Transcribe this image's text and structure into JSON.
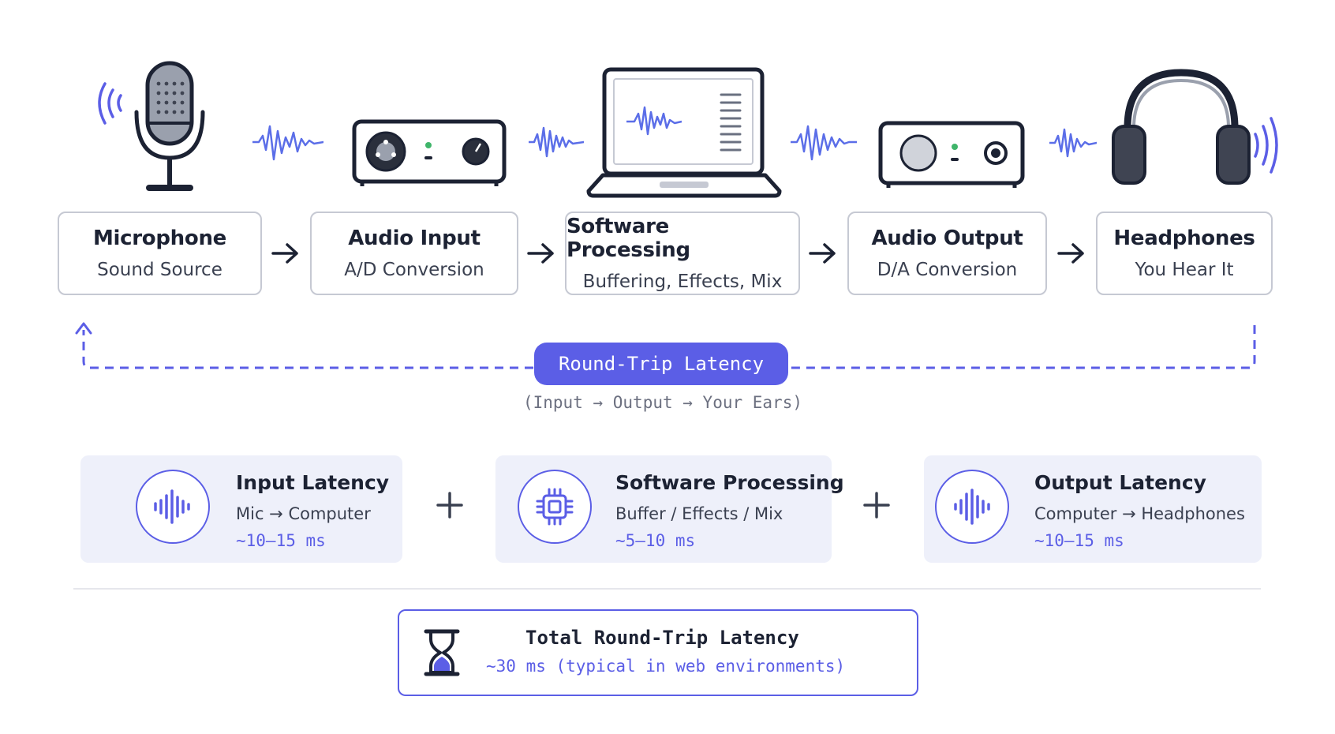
{
  "pipeline": {
    "stages": [
      {
        "title": "Microphone",
        "subtitle": "Sound Source",
        "icon": "microphone-icon"
      },
      {
        "title": "Audio Input",
        "subtitle": "A/D Conversion",
        "icon": "audio-interface-icon"
      },
      {
        "title": "Software Processing",
        "subtitle": "Buffering, Effects, Mix",
        "icon": "laptop-icon"
      },
      {
        "title": "Audio Output",
        "subtitle": "D/A Conversion",
        "icon": "dac-icon"
      },
      {
        "title": "Headphones",
        "subtitle": "You Hear It",
        "icon": "headphones-icon"
      }
    ]
  },
  "round_trip": {
    "label": "Round-Trip Latency",
    "caption": "(Input → Output → Your Ears)"
  },
  "components": [
    {
      "title": "Input Latency",
      "subtitle": "Mic → Computer",
      "value": "~10–15 ms",
      "icon": "waveform-icon"
    },
    {
      "title": "Software Processing",
      "subtitle": "Buffer / Effects / Mix",
      "value": "~5–10 ms",
      "icon": "cpu-chip-icon"
    },
    {
      "title": "Output Latency",
      "subtitle": "Computer → Headphones",
      "value": "~10–15 ms",
      "icon": "waveform-icon"
    }
  ],
  "total": {
    "title": "Total Round-Trip Latency",
    "value": "~30 ms (typical in web environments)",
    "icon": "hourglass-icon"
  },
  "colors": {
    "accent": "#5b5ee6",
    "wave": "#5b6ee8",
    "text": "#1c2233",
    "card_bg": "#eef0fa",
    "box_border": "#c6c9d3"
  }
}
